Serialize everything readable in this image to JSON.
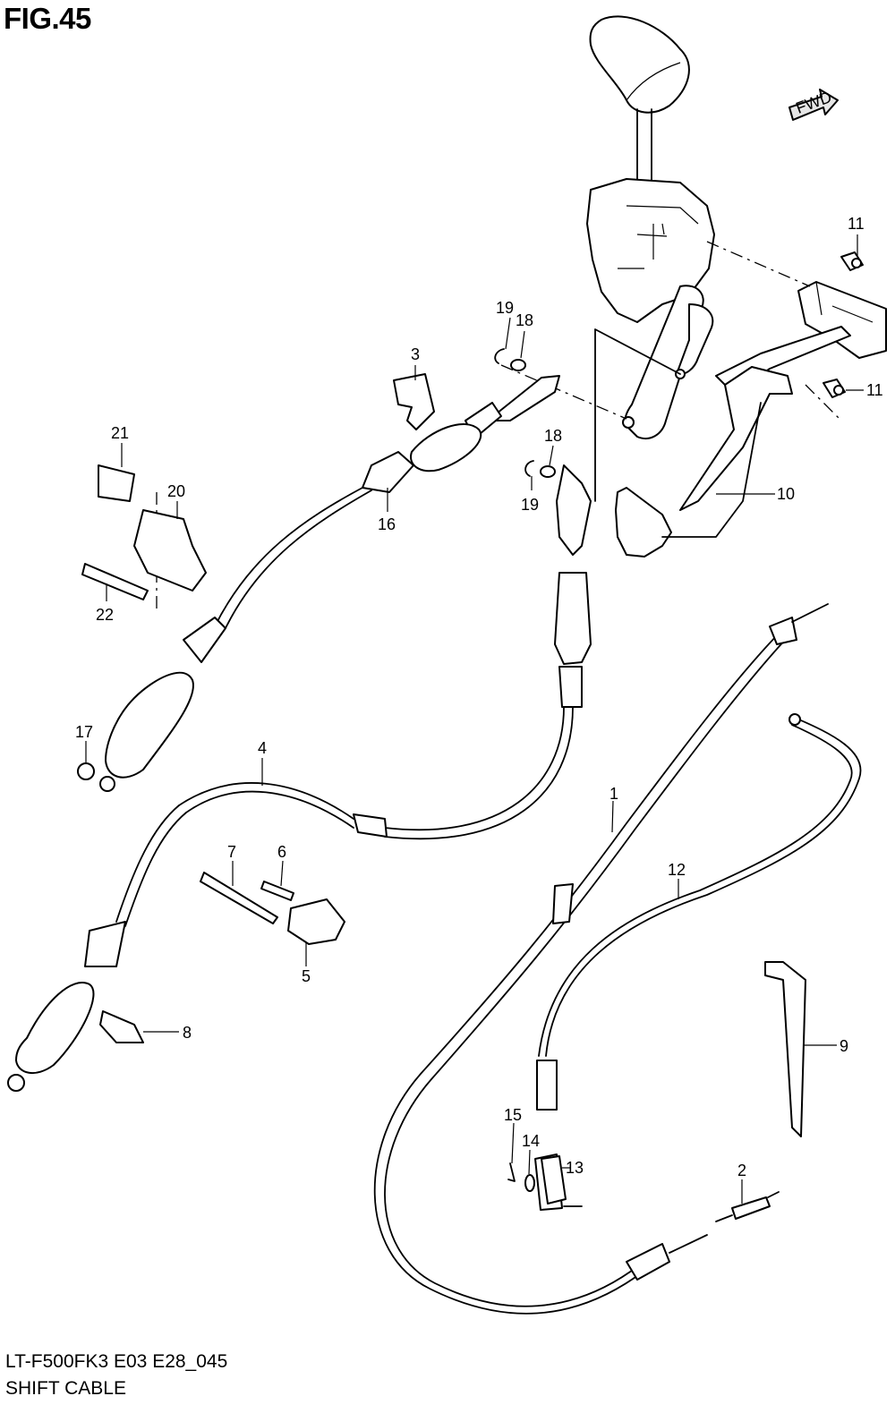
{
  "figure": {
    "title": "FIG.45",
    "fwd_label": "FWD"
  },
  "footer": {
    "code": "LT-F500FK3 E03 E28_045",
    "name": "SHIFT CABLE"
  },
  "callouts": {
    "c1": "1",
    "c2": "2",
    "c3": "3",
    "c4": "4",
    "c5": "5",
    "c6": "6",
    "c7": "7",
    "c8": "8",
    "c9": "9",
    "c10": "10",
    "c11a": "11",
    "c11b": "11",
    "c12": "12",
    "c13": "13",
    "c14": "14",
    "c15": "15",
    "c16": "16",
    "c17": "17",
    "c18a": "18",
    "c18b": "18",
    "c19a": "19",
    "c19b": "19",
    "c20": "20",
    "c21": "21",
    "c22": "22"
  }
}
